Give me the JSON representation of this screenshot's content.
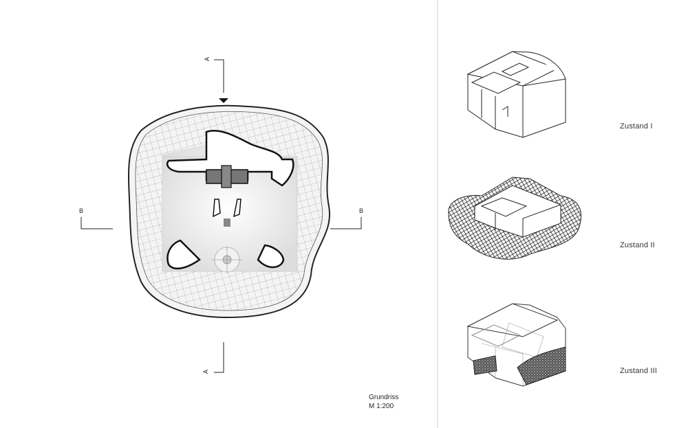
{
  "plan": {
    "title": "Grundriss",
    "scale": "M 1:200",
    "section_a_top": "A",
    "section_a_bottom": "A",
    "section_b_left": "B",
    "section_b_right": "B"
  },
  "states": [
    {
      "label": "Zustand I"
    },
    {
      "label": "Zustand II"
    },
    {
      "label": "Zustand III"
    }
  ],
  "colors": {
    "line": "#111111",
    "mesh": "#999999",
    "divider": "#d0d0d0"
  }
}
